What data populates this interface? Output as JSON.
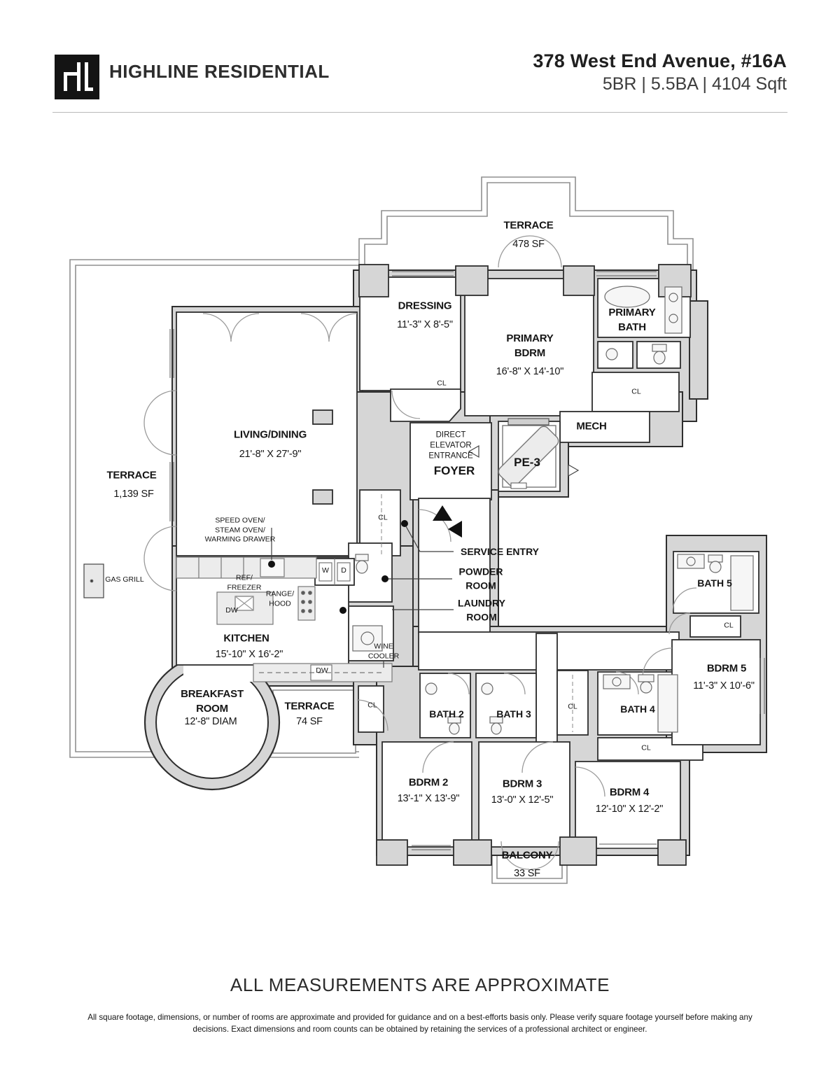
{
  "header": {
    "logo": "HL",
    "brand": "HIGHLINE RESIDENTIAL",
    "address": "378 West End Avenue, #16A",
    "specs": "5BR | 5.5BA | 4104 Sqft"
  },
  "floorplan": {
    "cl": "CL",
    "rooms": {
      "terrace_top": {
        "name": "TERRACE",
        "size": "478 SF"
      },
      "dressing": {
        "name": "DRESSING",
        "dims": "11'-3\" X 8'-5\""
      },
      "primary_bdrm": {
        "name": "PRIMARY\nBDRM",
        "dims": "16'-8\" X 14'-10\""
      },
      "primary_bath": {
        "name": "PRIMARY\nBATH"
      },
      "mech": {
        "name": "MECH"
      },
      "direct_elevator": {
        "name": "DIRECT\nELEVATOR\nENTRANCE"
      },
      "foyer": {
        "name": "FOYER"
      },
      "pe3": {
        "name": "PE-3"
      },
      "living": {
        "name": "LIVING/DINING",
        "dims": "21'-8\" X 27'-9\""
      },
      "terrace_left": {
        "name": "TERRACE",
        "size": "1,139 SF"
      },
      "service_entry": {
        "name": "SERVICE ENTRY"
      },
      "powder": {
        "name": "POWDER\nROOM"
      },
      "laundry": {
        "name": "LAUNDRY\nROOM"
      },
      "kitchen": {
        "name": "KITCHEN",
        "dims": "15'-10\" X 16'-2\""
      },
      "breakfast": {
        "name": "BREAKFAST\nROOM",
        "dims": "12'-8\" DIAM"
      },
      "terrace_small": {
        "name": "TERRACE",
        "size": "74 SF"
      },
      "bath2": {
        "name": "BATH 2"
      },
      "bath3": {
        "name": "BATH 3"
      },
      "bath4": {
        "name": "BATH 4"
      },
      "bath5": {
        "name": "BATH 5"
      },
      "bdrm2": {
        "name": "BDRM 2",
        "dims": "13'-1\" X 13'-9\""
      },
      "bdrm3": {
        "name": "BDRM 3",
        "dims": "13'-0\" X 12'-5\""
      },
      "bdrm4": {
        "name": "BDRM 4",
        "dims": "12'-10\" X 12'-2\""
      },
      "bdrm5": {
        "name": "BDRM 5",
        "dims": "11'-3\" X 10'-6\""
      },
      "balcony": {
        "name": "BALCONY",
        "size": "33 SF"
      }
    },
    "appliances": {
      "speed_oven": "SPEED OVEN/\nSTEAM OVEN/\nWARMING DRAWER",
      "gas_grill": "GAS GRILL",
      "ref_freezer": "REF/\nFREEZER",
      "range_hood": "RANGE/\nHOOD",
      "dw": "DW",
      "washer": "W",
      "dryer": "D",
      "wine_cooler": "WINE\nCOOLER",
      "dw2": "DW"
    }
  },
  "footer": {
    "approx": "ALL MEASUREMENTS ARE APPROXIMATE",
    "disclaimer": "All square footage, dimensions, or number of rooms are approximate and provided for guidance and on a best-efforts basis only. Please verify square footage yourself before making any decisions. Exact dimensions and room counts can be obtained by retaining the services of a professional architect or engineer."
  }
}
